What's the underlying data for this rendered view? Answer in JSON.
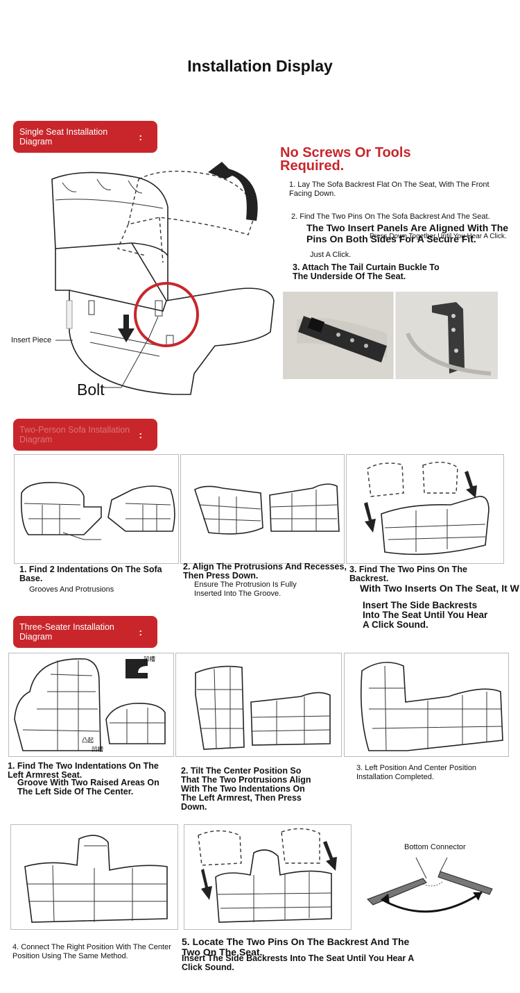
{
  "title": "Installation Display",
  "single": {
    "pill_label": "Single Seat Installation Diagram",
    "no_tools": "No Screws Or Tools Required.",
    "step1": "1. Lay The Sofa Backrest Flat On The Seat, With The Front Facing Down.",
    "step2": "2. Find The Two Pins On The Sofa Backrest And The Seat.",
    "step2b": "The Two Insert Panels Are Aligned With The Pins On Both Sides For A Secure Fit.",
    "step2c": "Press Down Together Until You Hear A Click.",
    "step2d": "Just A Click.",
    "step3": "3. Attach The Tail Curtain Buckle To The Underside Of The Seat.",
    "insert_piece": "Insert Piece",
    "bolt": "Bolt"
  },
  "two": {
    "pill_label": "Two-Person Sofa Installation Diagram",
    "s1": "1. Find 2 Indentations On The Sofa Base.",
    "s1b": "Grooves And Protrusions",
    "s2": "2. Align The Protrusions And Recesses, Then Press Down.",
    "s2b": "Ensure The Protrusion Is Fully Inserted Into The Groove.",
    "s3": "3. Find The Two Pins On The Backrest.",
    "s3b": "With Two Inserts On The Seat, It W",
    "s3c": "Insert The Side Backrests Into The Seat Until You Hear A Click Sound."
  },
  "three": {
    "pill_label": "Three-Seater Installation Diagram",
    "groove": "凹槽",
    "bump": "凸起",
    "s1": "1. Find The Two Indentations On The Left Armrest Seat.",
    "s1b": "Groove With Two Raised Areas On The Left Side Of The Center.",
    "s2": "2. Tilt The Center Position So That The Two Protrusions Align With The Two Indentations On The Left Armrest, Then Press Down.",
    "s3": "3. Left Position And Center Position Installation Completed.",
    "s4": "4. Connect The Right Position With The Center Position Using The Same Method.",
    "s5": "5. Locate The Two Pins On The Backrest And The Two On The Seat.",
    "s5b": "Insert The Side Backrests Into The Seat Until You Hear A Click Sound.",
    "bottom_connector": "Bottom Connector"
  },
  "colors": {
    "accent_red": "#c8262b"
  }
}
